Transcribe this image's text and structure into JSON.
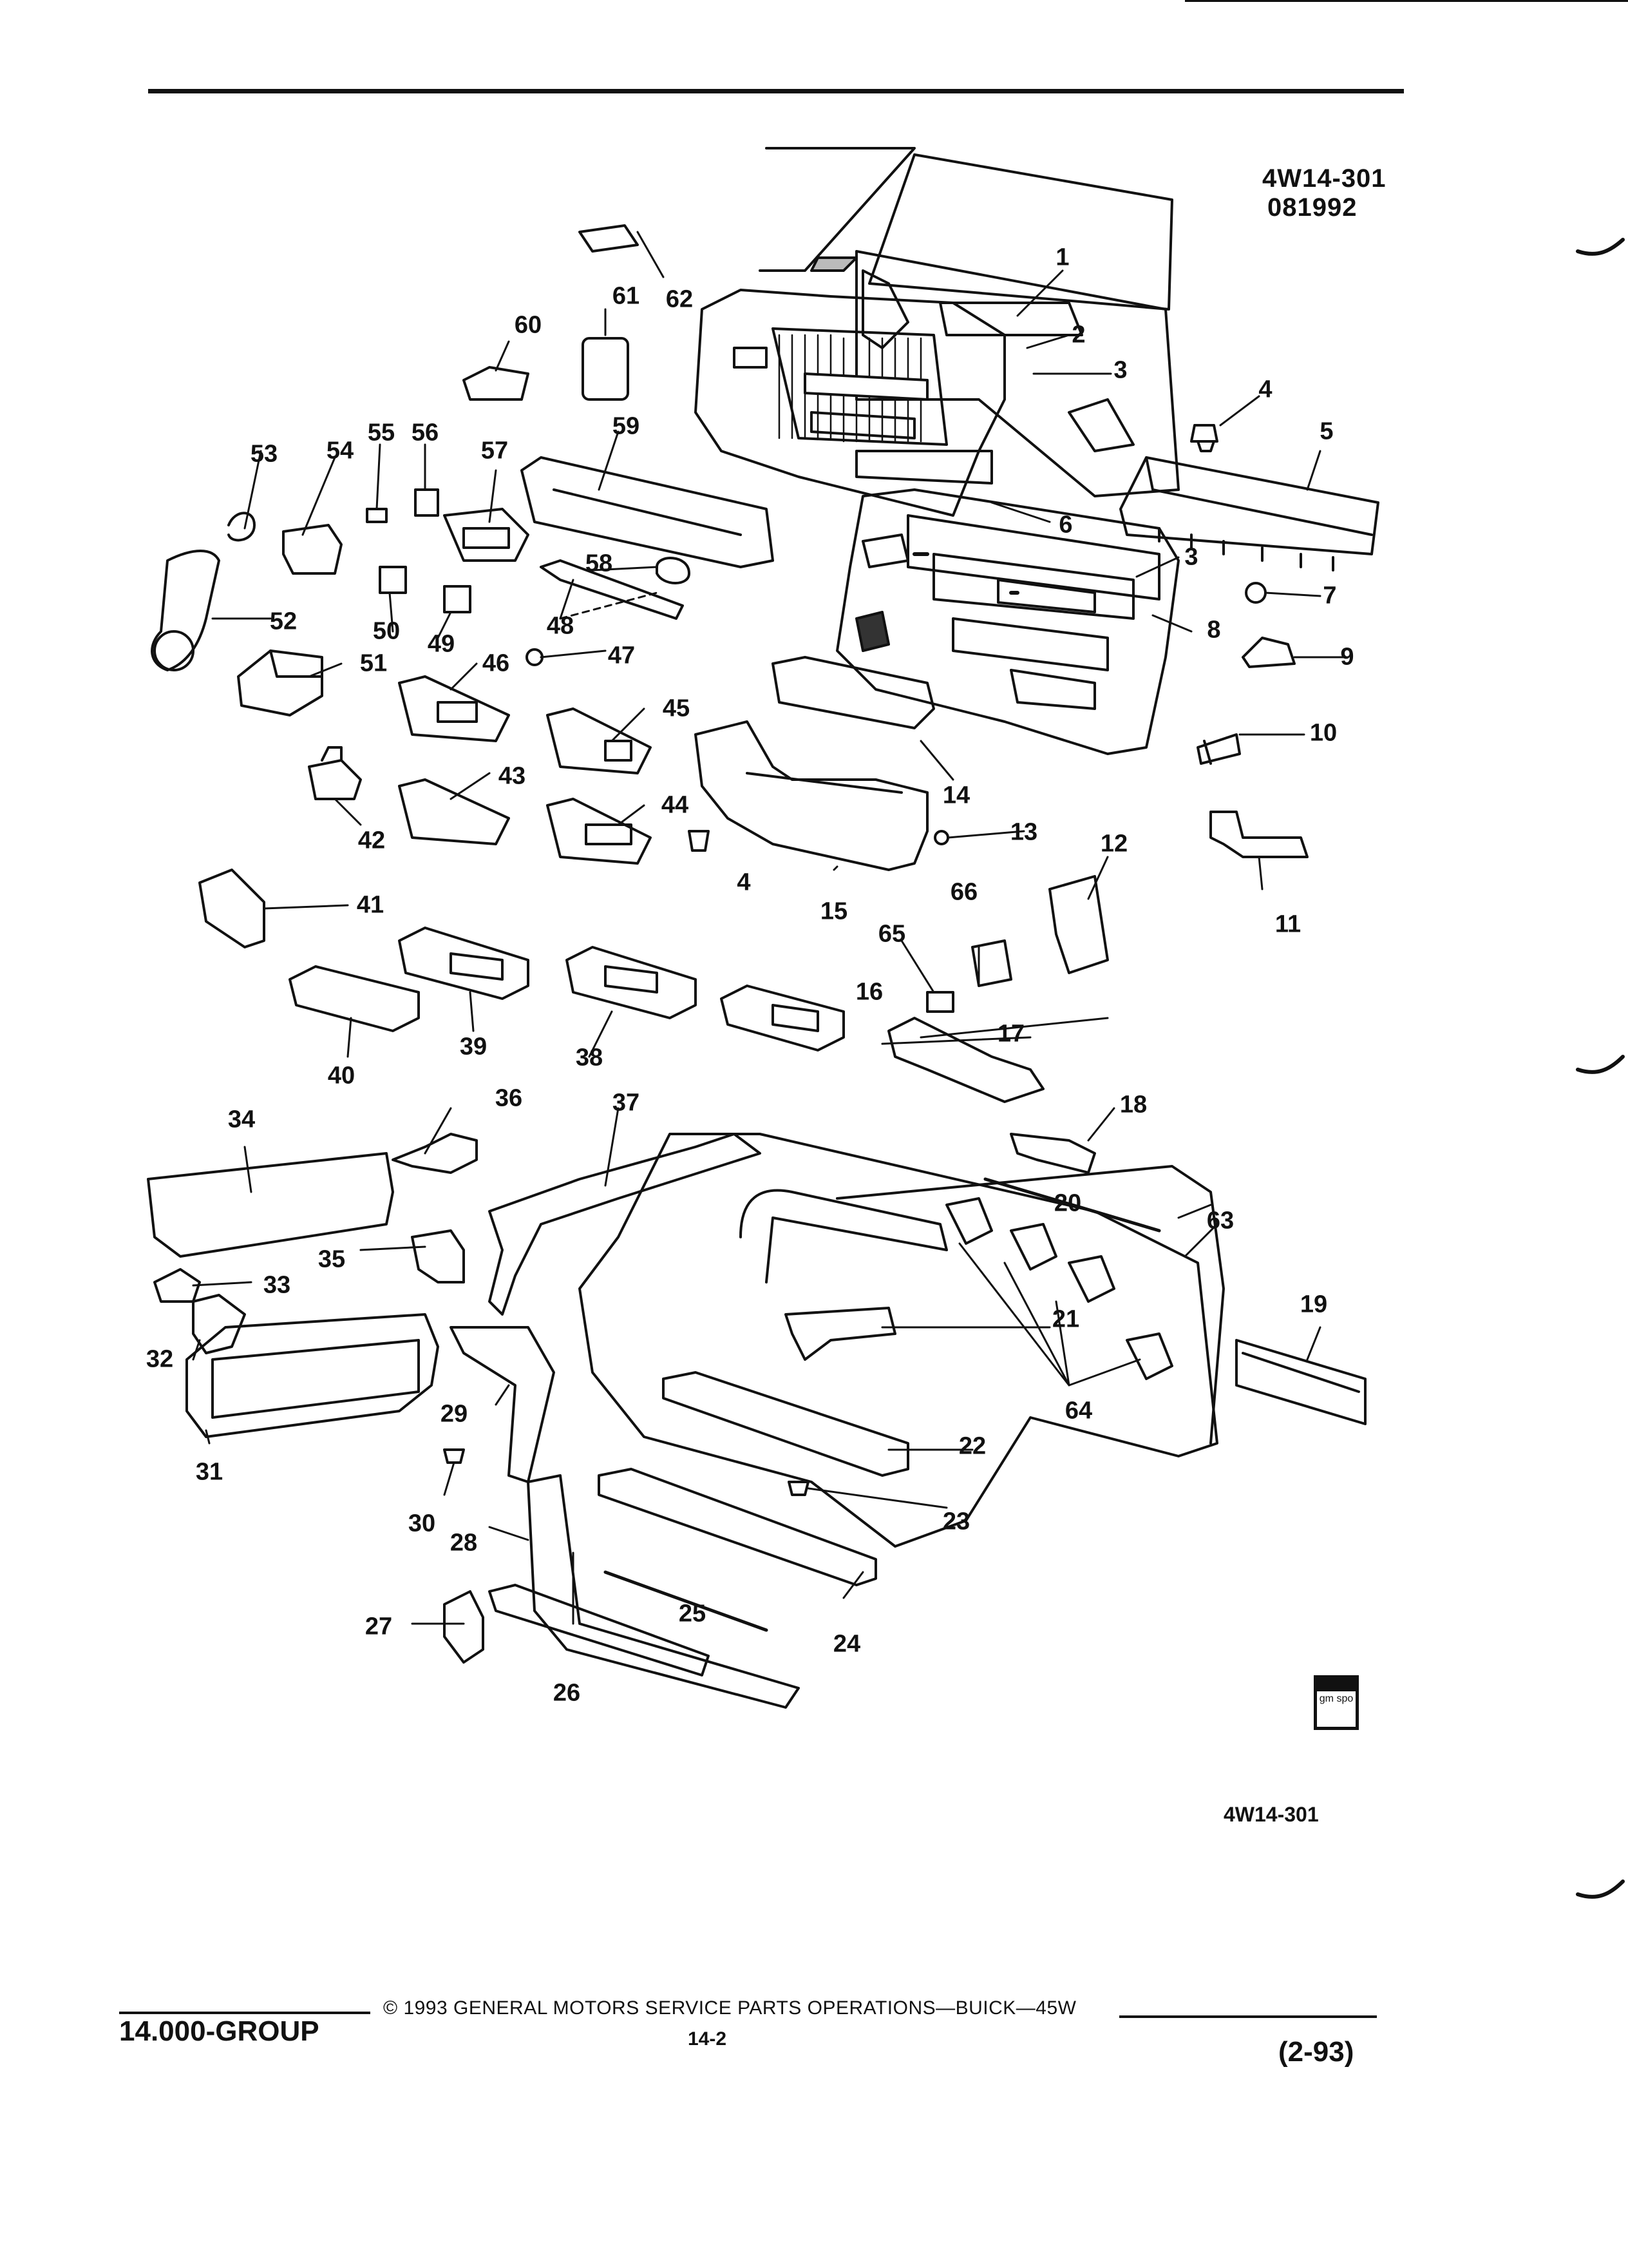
{
  "figure_code": "4W14-301",
  "figure_date": "081992",
  "figure_code_bottom": "4W14-301",
  "spo_badge": "gm spo",
  "footer": {
    "group": "14.000-GROUP",
    "copyright": "© 1993 GENERAL MOTORS SERVICE PARTS OPERATIONS—BUICK—45W",
    "page": "14-2",
    "date_code": "(2-93)"
  },
  "callouts": [
    "1",
    "2",
    "3",
    "3",
    "4",
    "4",
    "5",
    "6",
    "7",
    "8",
    "9",
    "10",
    "11",
    "12",
    "13",
    "14",
    "15",
    "16",
    "17",
    "18",
    "19",
    "20",
    "21",
    "22",
    "23",
    "24",
    "25",
    "26",
    "27",
    "28",
    "29",
    "30",
    "31",
    "32",
    "33",
    "34",
    "35",
    "36",
    "37",
    "38",
    "39",
    "40",
    "41",
    "42",
    "43",
    "44",
    "45",
    "46",
    "47",
    "48",
    "49",
    "50",
    "51",
    "52",
    "53",
    "54",
    "55",
    "56",
    "57",
    "58",
    "59",
    "60",
    "61",
    "62",
    "63",
    "64",
    "65",
    "66"
  ]
}
